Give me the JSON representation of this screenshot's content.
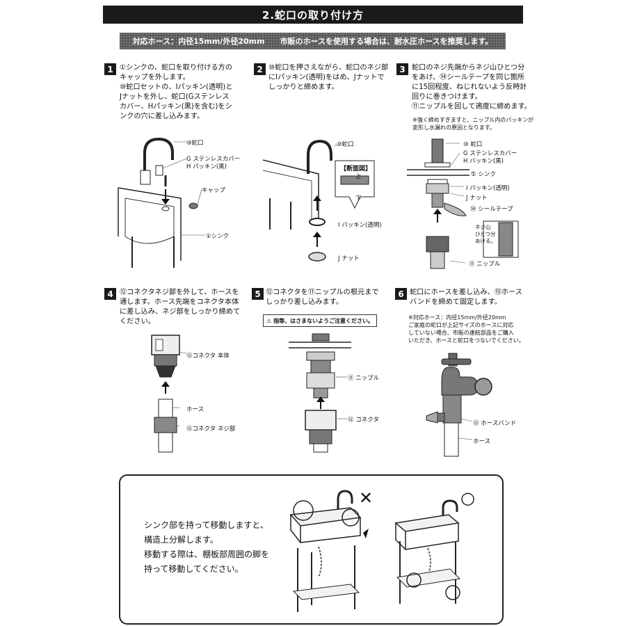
{
  "header": {
    "title": "2.蛇口の取り付け方"
  },
  "hose_notice": {
    "spec": "対応ホース：内径15mm/外径20mm",
    "advice": "市販のホースを使用する場合は、耐水圧ホースを推奨します。"
  },
  "steps": [
    {
      "num": "1",
      "text": "①シンクの、蛇口を取り付ける方の\nキャップを外します。\n⑩蛇口セットの、Iパッキン(透明)と\nJナットを外し、蛇口(Gステンレス\nカバー、Hパッキン(黒)を含む)をシ\nンクの穴に差し込みます。",
      "labels": {
        "faucet": "⑩蛇口",
        "cover": "G ステンレスカバー",
        "packing": "H パッキン(黒)",
        "cap": "キャップ",
        "sink": "①シンク"
      }
    },
    {
      "num": "2",
      "text": "⑩蛇口を押さえながら、蛇口のネジ部\nにIパッキン(透明)をはめ、Jナットで\nしっかりと締めます。",
      "labels": {
        "faucet": "⑩蛇口",
        "section": "【断面図】",
        "top": "上",
        "bottom": "下",
        "packing": "I パッキン(透明)",
        "nut": "J ナット"
      }
    },
    {
      "num": "3",
      "text": "蛇口のネジ先端からネジ山ひとつ分\nをあけ、⑭シールテープを同じ箇所\nに15回程度、ねじれないよう反時計\n回りに巻きつけます。\n⑪ニップルを回して適度に締めます。",
      "note": "※強く締めすぎますと、ニップル内のパッキンが\n変形し水漏れの原因となります。",
      "labels": {
        "faucet": "⑩ 蛇口",
        "cover": "G ステンレスカバー",
        "packing_h": "H パッキン(黒)",
        "sink": "① シンク",
        "packing_i": "I パッキン(透明)",
        "nut": "J ナット",
        "tape": "⑭ シールテープ",
        "thread": "ネジ山\nひとつ分\nあける。",
        "nipple": "⑪ ニップル"
      }
    },
    {
      "num": "4",
      "text": "⑫コネクタネジ部を外して、ホースを\n通します。ホース先端をコネクタ本体\nに差し込み、ネジ部をしっかり締めて\nください。",
      "labels": {
        "body": "⑫コネクタ 本体",
        "hose": "ホース",
        "screw": "⑫コネクタ ネジ部"
      }
    },
    {
      "num": "5",
      "text": "⑫コネクタを⑪ニップルの根元まで\nしっかり差し込みます。",
      "warning": "指等、はさまないようご注意ください。",
      "labels": {
        "nipple": "⑪ ニップル",
        "connector": "⑫ コネクタ"
      }
    },
    {
      "num": "6",
      "text": "蛇口にホースを差し込み、⑬ホース\nバンドを締めて固定します。",
      "note": "※対応ホース：内径15mm/外径20mm\nご家庭の蛇口が上記サイズのホースに対応\nしていない場合、市販の連結部品をご購入\nいただき、ホースと蛇口をつないでください。",
      "labels": {
        "band": "⑬ ホースバンド",
        "hose": "ホース"
      }
    }
  ],
  "bottom": {
    "text": "シンク部を持って移動しますと、\n構造上分解します。\n移動する際は、棚板部周囲の脚を\n持って移動してください。",
    "wrong": "✕",
    "right": "○"
  }
}
